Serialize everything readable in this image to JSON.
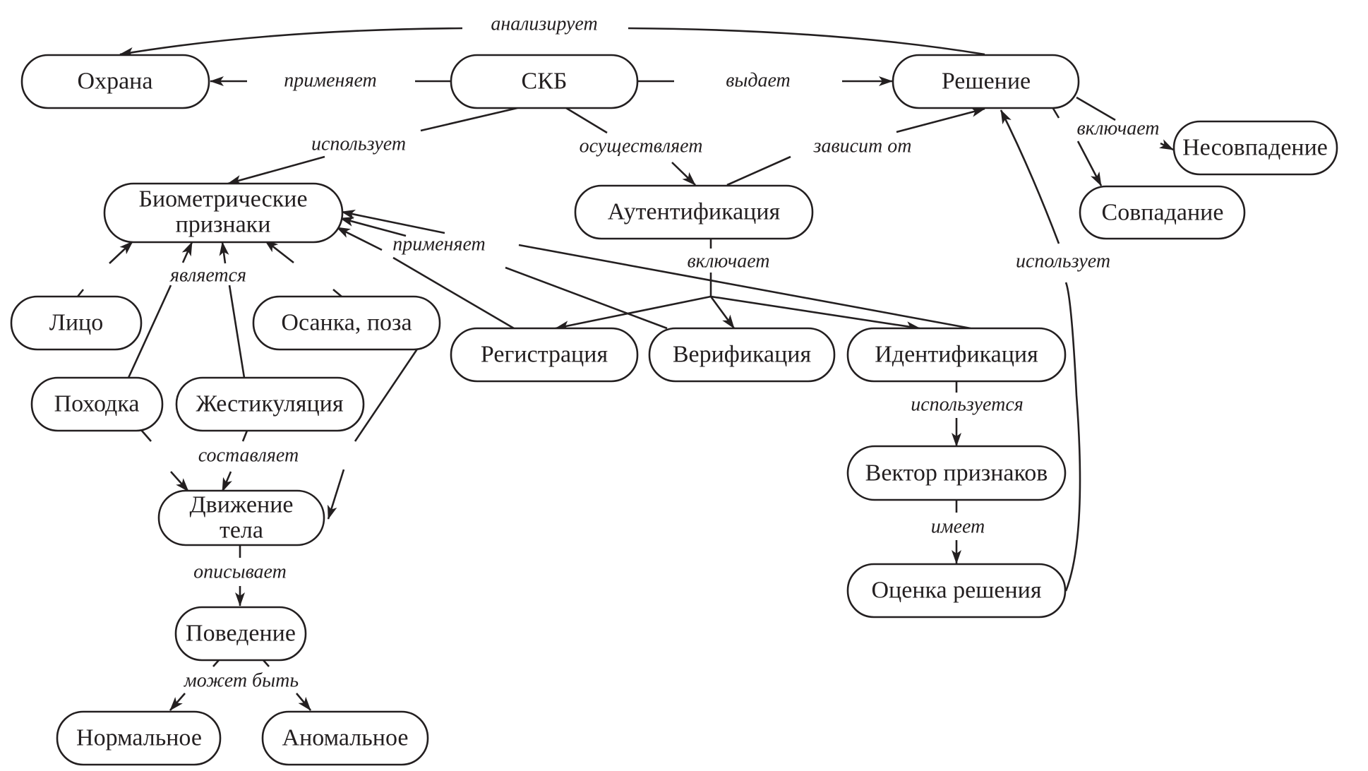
{
  "diagram": {
    "type": "concept-map",
    "nodes": [
      {
        "id": "okhrana",
        "label": "Охрана"
      },
      {
        "id": "skb",
        "label": "СКБ"
      },
      {
        "id": "reshenie",
        "label": "Решение"
      },
      {
        "id": "nesovpadenie",
        "label": "Несовпадение"
      },
      {
        "id": "sovpadenie",
        "label": "Совпадание"
      },
      {
        "id": "biometric",
        "label": "Биометрические\nпризнаки"
      },
      {
        "id": "auth",
        "label": "Аутентификация"
      },
      {
        "id": "litso",
        "label": "Лицо"
      },
      {
        "id": "osanka",
        "label": "Осанка, поза"
      },
      {
        "id": "registration",
        "label": "Регистрация"
      },
      {
        "id": "verification",
        "label": "Верификация"
      },
      {
        "id": "identification",
        "label": "Идентификация"
      },
      {
        "id": "pokhodka",
        "label": "Походка"
      },
      {
        "id": "zhestikulyatsiya",
        "label": "Жестикуляция"
      },
      {
        "id": "dvizhenie",
        "label": "Движение\nтела"
      },
      {
        "id": "vektor",
        "label": "Вектор признаков"
      },
      {
        "id": "povedenie",
        "label": "Поведение"
      },
      {
        "id": "otsenka",
        "label": "Оценка решения"
      },
      {
        "id": "normalnoe",
        "label": "Нормальное"
      },
      {
        "id": "anomalnoe",
        "label": "Аномальное"
      }
    ],
    "edges": [
      {
        "from": "reshenie",
        "to": "okhrana",
        "label": "анализирует"
      },
      {
        "from": "skb",
        "to": "okhrana",
        "label": "применяет"
      },
      {
        "from": "skb",
        "to": "reshenie",
        "label": "выдает"
      },
      {
        "from": "skb",
        "to": "biometric",
        "label": "использует"
      },
      {
        "from": "skb",
        "to": "auth",
        "label": "осуществляет"
      },
      {
        "from": "auth",
        "to": "reshenie",
        "label": "зависит от"
      },
      {
        "from": "reshenie",
        "to": [
          "sovpadenie",
          "nesovpadenie"
        ],
        "label": "включает"
      },
      {
        "from": "otsenka",
        "to": "reshenie",
        "label": "использует"
      },
      {
        "from": [
          "litso",
          "pokhodka",
          "zhestikulyatsiya",
          "osanka"
        ],
        "to": "biometric",
        "label": "является"
      },
      {
        "from": [
          "registration",
          "verification",
          "identification"
        ],
        "to": "biometric",
        "label": "применяет"
      },
      {
        "from": "auth",
        "to": [
          "registration",
          "verification",
          "identification"
        ],
        "label": "включает"
      },
      {
        "from": [
          "pokhodka",
          "zhestikulyatsiya",
          "osanka"
        ],
        "to": "dvizhenie",
        "label": "составляет"
      },
      {
        "from": "dvizhenie",
        "to": "povedenie",
        "label": "описывает"
      },
      {
        "from": "povedenie",
        "to": [
          "normalnoe",
          "anomalnoe"
        ],
        "label": "может быть"
      },
      {
        "from": "identification",
        "to": "vektor",
        "label": "используется"
      },
      {
        "from": "vektor",
        "to": "otsenka",
        "label": "имеет"
      }
    ]
  },
  "labels": {
    "analiziruet": "анализирует",
    "primenyaet_top": "применяет",
    "vydaet": "выдает",
    "ispolzuet_left": "использует",
    "osushchestvlyaet": "осуществляет",
    "zavisit_ot": "зависит от",
    "vklyuchaet_right": "включает",
    "ispolzuet_right": "использует",
    "yavlyaetsya": "является",
    "primenyaet_mid": "применяет",
    "vklyuchaet_mid": "включает",
    "sostavlyaet": "составляет",
    "opisyvaet": "описывает",
    "mozhet_byt": "может быть",
    "ispolzuetsya": "используется",
    "imeet": "имеет"
  },
  "node_labels": {
    "okhrana": "Охрана",
    "skb": "СКБ",
    "reshenie": "Решение",
    "nesovpadenie": "Несовпадение",
    "sovpadenie": "Совпадание",
    "biometric_line1": "Биометрические",
    "biometric_line2": "признаки",
    "auth": "Аутентификация",
    "litso": "Лицо",
    "osanka": "Осанка, поза",
    "registration": "Регистрация",
    "verification": "Верификация",
    "identification": "Идентификация",
    "pokhodka": "Походка",
    "zhestikulyatsiya": "Жестикуляция",
    "dvizhenie_line1": "Движение",
    "dvizhenie_line2": "тела",
    "vektor": "Вектор признаков",
    "povedenie": "Поведение",
    "otsenka": "Оценка решения",
    "normalnoe": "Нормальное",
    "anomalnoe": "Аномальное"
  }
}
